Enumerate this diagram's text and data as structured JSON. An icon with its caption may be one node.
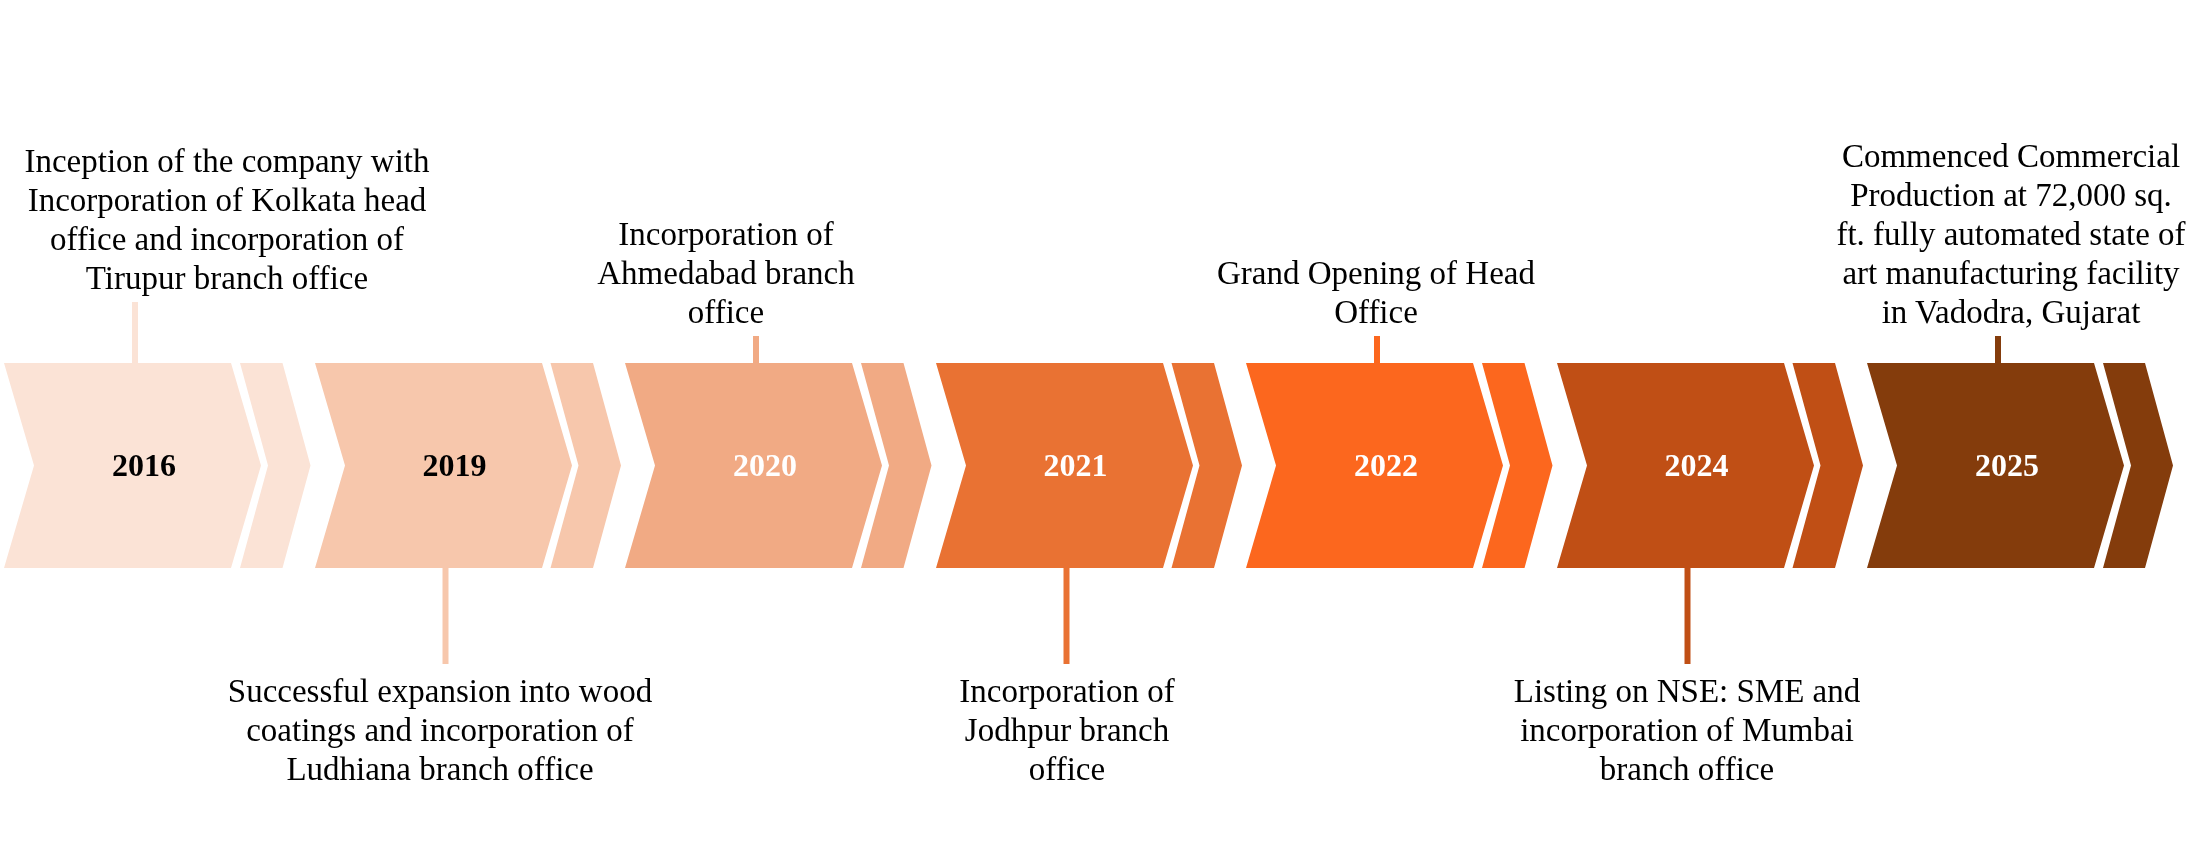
{
  "diagram": {
    "nodes": [
      {
        "text": [
          "2016"
        ]
      },
      {
        "text": [
          "Inception of the company with Incorporation of Kolkata head office and incorporation of Tirupur branch office"
        ]
      },
      {
        "text": [
          "2019"
        ]
      },
      {
        "text": [
          "Successful expansion into wood coatings and incorporation of Ludhiana branch office"
        ]
      },
      {
        "text": [
          "2020"
        ]
      },
      {
        "text": [
          "Incorporation of Ahmedabad branch office"
        ]
      },
      {
        "text": [
          "2021"
        ]
      },
      {
        "text": [
          "Incorporation of Jodhpur branch office"
        ]
      },
      {
        "text": [
          "2022"
        ]
      },
      {
        "text": [
          "Grand Opening of Head Office"
        ]
      },
      {
        "text": [
          "2024"
        ]
      },
      {
        "text": [
          "Listing on NSE: SME and incorporation of Mumbai branch office"
        ]
      },
      {
        "text": [
          "2025"
        ]
      },
      {
        "text": [
          "Commenced Commercial Production at 72,000 sq. ft. fully automated state of art manufacturing facility in Vadodra, Gujarat"
        ]
      }
    ],
    "edges": [
      {
        "from": 1,
        "to": 0,
        "arrow": "none",
        "color": "#fbe3d6"
      },
      {
        "from": 3,
        "to": 2,
        "arrow": "none",
        "color": "#f7c7ac"
      },
      {
        "from": 5,
        "to": 4,
        "arrow": "none",
        "color": "#f1aa84"
      },
      {
        "from": 7,
        "to": 6,
        "arrow": "none",
        "color": "#e97233"
      },
      {
        "from": 9,
        "to": 8,
        "arrow": "none",
        "color": "#fc671e"
      },
      {
        "from": 11,
        "to": 10,
        "arrow": "none",
        "color": "#c04f15"
      },
      {
        "from": 13,
        "to": 12,
        "arrow": "none",
        "color": "#843c0c"
      },
      {
        "from": 0,
        "to": 2,
        "arrow": "to",
        "style": "thick",
        "color": "#fbe3d6"
      },
      {
        "from": 2,
        "to": 4,
        "arrow": "to",
        "style": "thick",
        "color": "#f7c7ac"
      },
      {
        "from": 4,
        "to": 6,
        "arrow": "to",
        "style": "thick",
        "color": "#f1aa84"
      },
      {
        "from": 6,
        "to": 8,
        "arrow": "to",
        "style": "thick",
        "color": "#e97233"
      },
      {
        "from": 8,
        "to": 10,
        "arrow": "to",
        "style": "thick",
        "color": "#fc671e"
      },
      {
        "from": 10,
        "to": 12,
        "arrow": "to",
        "style": "thick",
        "color": "#c04f15"
      },
      {
        "from": 12,
        "to": null,
        "arrow": "to",
        "style": "thick",
        "color": "#843c0c"
      }
    ]
  }
}
